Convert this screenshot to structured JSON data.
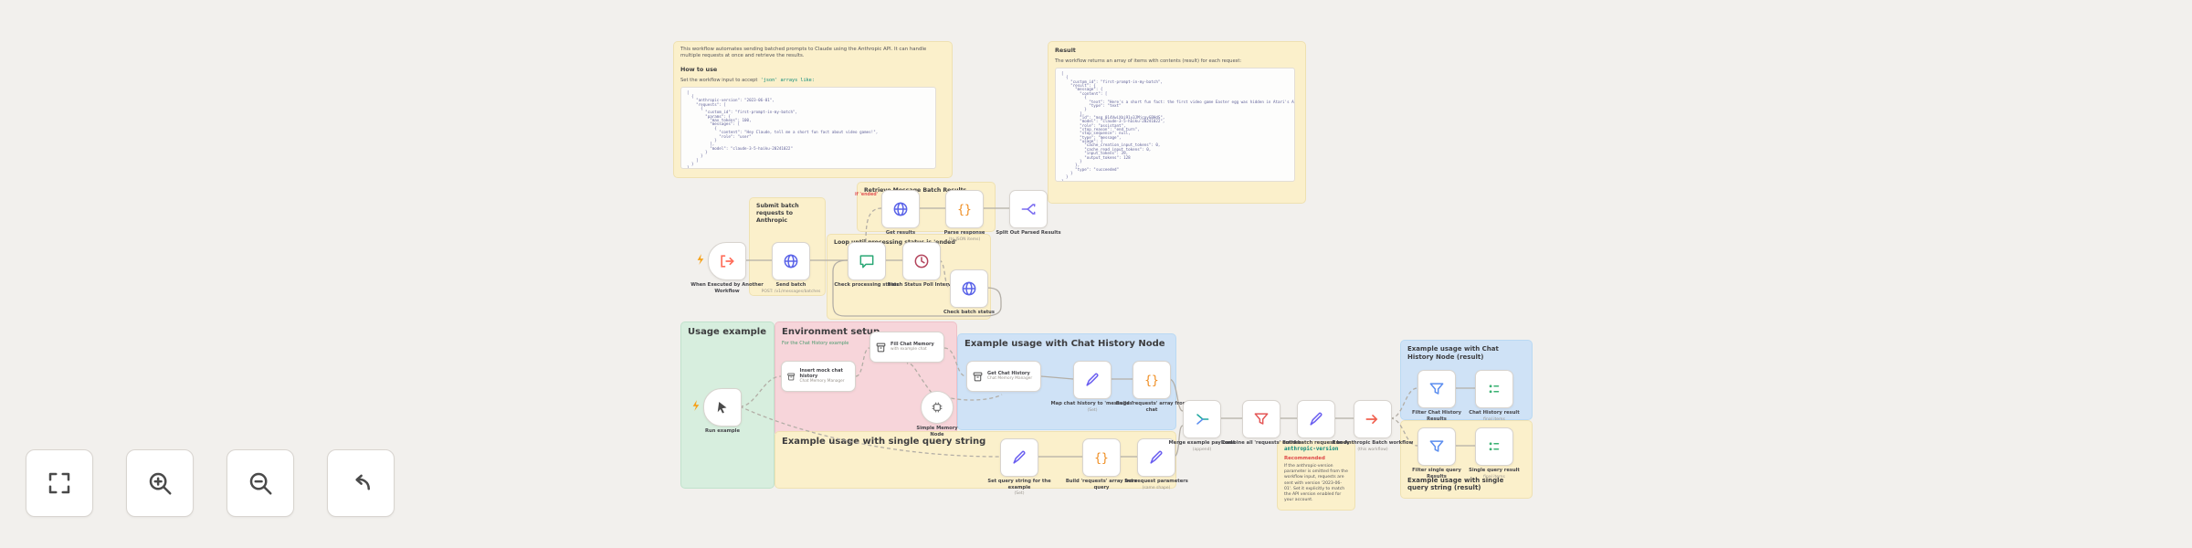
{
  "app": {
    "name": "n8n-style workflow canvas"
  },
  "colors": {
    "canvas_bg": "#f2f0ed",
    "sticky_yellow": "#fbf0cb",
    "sticky_green": "#d7eede",
    "sticky_pink": "#f7d5da",
    "sticky_blue": "#cfe2f6",
    "wire": "#b3aea6",
    "http_icon": "#5a63e8",
    "wait_icon": "#b3445c",
    "branch_icon": "#2aa876",
    "code_icon": "#ef8c1f",
    "set_icon": "#6a5ef0",
    "merge_icon": "#1fa7a0",
    "aggregate_icon": "#e45757",
    "execute_icon": "#f0604f",
    "filter_icon": "#5b8def",
    "result_icon": "#3bb273",
    "trigger_icon": "#ff6d5a",
    "error_text": "#df4848"
  },
  "toolbar": {
    "buttons": [
      {
        "name": "zoom-to-fit",
        "icon": "fit-view-icon"
      },
      {
        "name": "zoom-in",
        "icon": "magnifier-plus-icon"
      },
      {
        "name": "zoom-out",
        "icon": "magnifier-minus-icon"
      },
      {
        "name": "reset-zoom",
        "icon": "undo-arrow-icon"
      }
    ]
  },
  "notes": {
    "intro": {
      "p1": "This workflow automates sending batched prompts to Claude using the Anthropic API. It can handle multiple requests at once and retrieve the results.",
      "heading": "How to use",
      "hint_prefix": "Set the workflow input to accept",
      "hint_code": " 'json' arrays like:",
      "code": "[\n  {\n    \"anthropic-version\": \"2023-06-01\",\n    \"requests\": [\n      {\n        \"custom_id\": \"first-prompt-in-my-batch\",\n        \"params\": {\n          \"max_tokens\": 100,\n          \"messages\": [\n            {\n              \"content\": \"Hey Claude, tell me a short fun fact about video games!\",\n              \"role\": \"user\"\n            }\n          ],\n          \"model\": \"claude-3-5-haiku-20241022\"\n        }\n      }\n    ]\n  }\n]"
    },
    "result": {
      "heading": "Result",
      "p": "The workflow returns an array of items with contents (result) for each request:",
      "code": "[\n  {\n    \"custom_id\": \"first-prompt-in-my-batch\",\n    \"result\": {\n      \"message\": {\n        \"content\": [\n          {\n            \"text\": \"Here's a short fun fact: the first video game Easter egg was hidden in Atari's Adventure!\",\n            \"type\": \"text\"\n          }\n        ],\n        \"id\": \"msg_014VwiXbi91y3JMjcpyGBHdS\",\n        \"model\": \"claude-3-5-haiku-20241022\",\n        \"role\": \"assistant\",\n        \"stop_reason\": \"end_turn\",\n        \"stop_sequence\": null,\n        \"type\": \"message\",\n        \"usage\": {\n          \"cache_creation_input_tokens\": 0,\n          \"cache_read_input_tokens\": 0,\n          \"input_tokens\": 39,\n          \"output_tokens\": 128\n        }\n      },\n      \"type\": \"succeeded\"\n    }\n  }\n]"
    },
    "submit": {
      "title": "Submit batch requests to Anthropic"
    },
    "loop": {
      "title": "Loop until processing status is 'ended'"
    },
    "retrieve": {
      "title": "Retrieve Message Batch Results"
    },
    "usage": {
      "title": "Usage example"
    },
    "env": {
      "title": "Environment setup",
      "sub": "For the Chat History example"
    },
    "chat_example": {
      "title": "Example usage with Chat History Node"
    },
    "query_example": {
      "title": "Example usage with single query string"
    },
    "version": {
      "heading": "anthropic-version",
      "warn": "Recommended",
      "body": "If the anthropic-version parameter is omitted from the workflow input, requests are sent with version '2023-06-01'. Set it explicitly to match the API version enabled for your account."
    },
    "chat_result": {
      "title": "Example usage with Chat History Node (result)"
    },
    "query_result": {
      "title": "Example usage with single query string (result)"
    }
  },
  "annotations": {
    "branch": "if 'ended'"
  },
  "nodes": {
    "trigger_main": {
      "label": "When Executed by Another Workflow"
    },
    "send_batch": {
      "label": "Send batch",
      "sub": "POST: /v1/messages/batches"
    },
    "check_processing": {
      "label": "Check processing status"
    },
    "wait": {
      "label": "Batch Status Poll Interval"
    },
    "poll_status": {
      "label": "Check batch status"
    },
    "get_results": {
      "label": "Get results"
    },
    "parse": {
      "label": "Parse response",
      "sub": "(to JSON items)"
    },
    "split_out": {
      "label": "Split Out Parsed Results"
    },
    "run_example": {
      "label": "Run example"
    },
    "insert_history": {
      "title": "Insert mock chat history",
      "sub": "Chat Memory Manager"
    },
    "fill_memory": {
      "title": "Fill Chat Memory",
      "sub": "with example chat"
    },
    "simple_memory": {
      "label": "Simple Memory Node"
    },
    "get_history": {
      "title": "Get Chat History",
      "sub": "Chat Memory Manager"
    },
    "map_chat": {
      "label": "Map chat history to 'messages'",
      "sub": "(Set)"
    },
    "build_from_chat": {
      "label": "Build 'requests' array from chat"
    },
    "set_query": {
      "label": "Set query string for the example",
      "sub": "(Set)"
    },
    "build_from_query": {
      "label": "Build 'requests' array from query"
    },
    "wrap_query": {
      "label": "Set request parameters",
      "sub": "(same shape)"
    },
    "merge": {
      "label": "Merge example payloads",
      "sub": "(append)"
    },
    "aggregate": {
      "label": "Combine all 'requests' entries"
    },
    "set_body": {
      "label": "Build batch request body"
    },
    "execute": {
      "label": "Run Anthropic Batch workflow",
      "sub": "(this workflow)"
    },
    "filter_chat": {
      "label": "Filter Chat History Results"
    },
    "chat_result": {
      "label": "Chat History result",
      "sub": "final items"
    },
    "filter_query": {
      "label": "Filter single query Results"
    },
    "query_result": {
      "label": "Single query result",
      "sub": "final items"
    }
  }
}
